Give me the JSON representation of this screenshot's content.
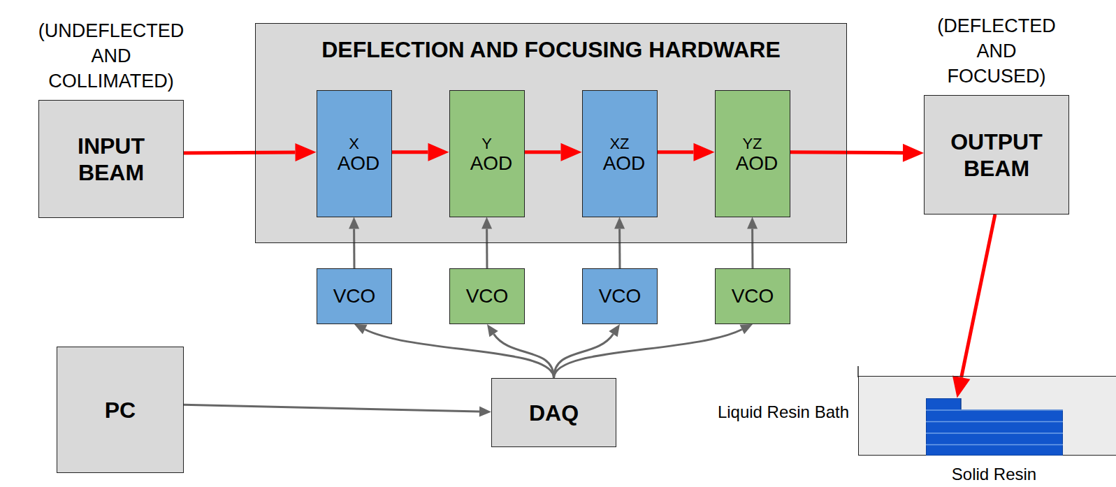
{
  "diagram": {
    "nodes": [
      {
        "text": [
          "(UNDEFLECTED AND COLLIMATED)",
          "INPUT BEAM"
        ]
      },
      {
        "text": [
          "DEFLECTION AND FOCUSING HARDWARE"
        ]
      },
      {
        "text": [
          "X AOD"
        ],
        "in": 1
      },
      {
        "text": [
          "Y AOD"
        ],
        "in": 1
      },
      {
        "text": [
          "XZ AOD"
        ],
        "in": 1
      },
      {
        "text": [
          "YZ AOD"
        ],
        "in": 1
      },
      {
        "text": [
          "(DEFLECTED AND FOCUSED)",
          "OUTPUT BEAM"
        ]
      },
      {
        "text": [
          "VCO"
        ]
      },
      {
        "text": [
          "VCO"
        ]
      },
      {
        "text": [
          "VCO"
        ]
      },
      {
        "text": [
          "VCO"
        ]
      },
      {
        "text": [
          "PC"
        ]
      },
      {
        "text": [
          "DAQ"
        ]
      },
      {
        "text": [
          "Liquid Resin Bath"
        ]
      },
      {
        "text": [
          "Solid Resin"
        ],
        "in": 13
      }
    ],
    "edges": [
      {
        "from": 0,
        "to": 2,
        "arrow": "to"
      },
      {
        "from": 2,
        "to": 3,
        "arrow": "to"
      },
      {
        "from": 3,
        "to": 4,
        "arrow": "to"
      },
      {
        "from": 4,
        "to": 5,
        "arrow": "to"
      },
      {
        "from": 5,
        "to": 6,
        "arrow": "to"
      },
      {
        "from": 6,
        "to": 14,
        "arrow": "to"
      },
      {
        "from": 7,
        "to": 2,
        "arrow": "to"
      },
      {
        "from": 8,
        "to": 3,
        "arrow": "to"
      },
      {
        "from": 9,
        "to": 4,
        "arrow": "to"
      },
      {
        "from": 10,
        "to": 5,
        "arrow": "to"
      },
      {
        "from": 12,
        "to": 7,
        "arrow": "to"
      },
      {
        "from": 12,
        "to": 8,
        "arrow": "to"
      },
      {
        "from": 12,
        "to": 9,
        "arrow": "to"
      },
      {
        "from": 12,
        "to": 10,
        "arrow": "to"
      },
      {
        "from": 11,
        "to": 12,
        "arrow": "to"
      }
    ]
  }
}
